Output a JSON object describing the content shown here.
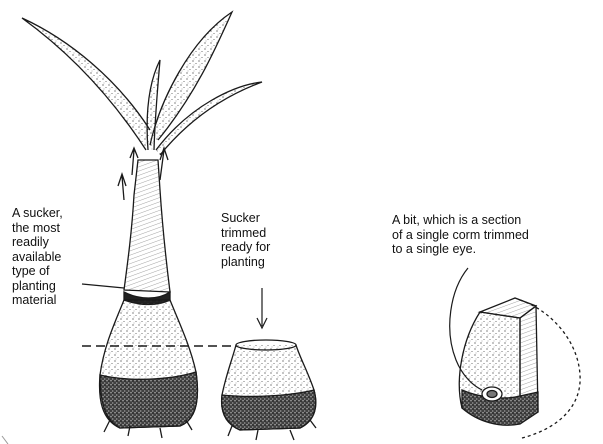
{
  "labels": {
    "sucker": "A sucker,\nthe most\nreadily\navailable\ntype of\nplanting\nmaterial",
    "trimmed": "Sucker\ntrimmed\nready for\nplanting",
    "bit": "A bit, which is a section\nof a single corm trimmed\nto a single eye."
  },
  "colors": {
    "ink": "#1a1a1a",
    "background": "#ffffff"
  }
}
